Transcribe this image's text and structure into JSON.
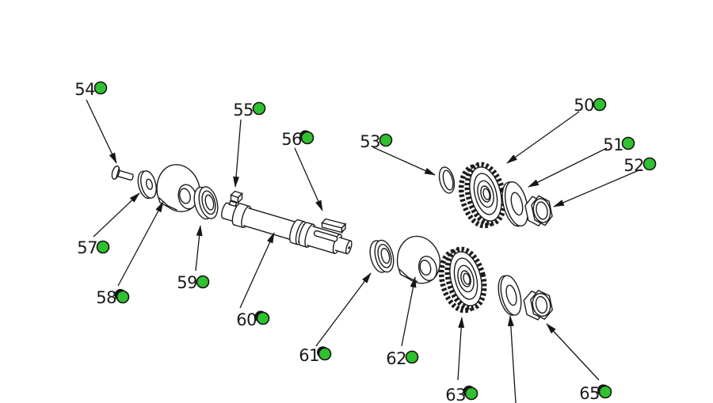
{
  "diagram": {
    "kind": "exploded-parts-diagram",
    "background_color": "#ffffff",
    "line_color": "#1c1c1c",
    "hotspot_color": "#2fc12f",
    "callouts": [
      {
        "num": "50",
        "part": "drive-gear-upper"
      },
      {
        "num": "51",
        "part": "washer-upper"
      },
      {
        "num": "52",
        "part": "hex-nut-upper"
      },
      {
        "num": "53",
        "part": "lock-washer"
      },
      {
        "num": "54",
        "part": "screw"
      },
      {
        "num": "55",
        "part": "square-key"
      },
      {
        "num": "56",
        "part": "flat-key"
      },
      {
        "num": "57",
        "part": "washer-small"
      },
      {
        "num": "58",
        "part": "eccentric-cam-left"
      },
      {
        "num": "59",
        "part": "bearing-left"
      },
      {
        "num": "60",
        "part": "shaft"
      },
      {
        "num": "61",
        "part": "bearing-right"
      },
      {
        "num": "62",
        "part": "eccentric-cam-right"
      },
      {
        "num": "63",
        "part": "drive-gear-lower"
      },
      {
        "num": "65",
        "part": "hex-nut-lower"
      }
    ]
  }
}
